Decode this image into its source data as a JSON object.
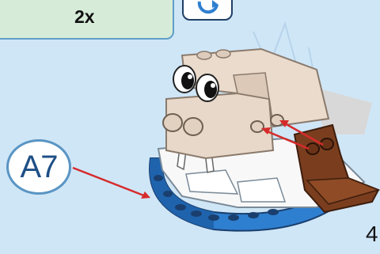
{
  "parts_panel": {
    "quantity": "2x"
  },
  "step_badge": {
    "label": "A7"
  },
  "page": {
    "number": "4"
  },
  "icons": {
    "rotate": "rotate-arrow-icon"
  },
  "colors": {
    "background": "#cfe6f7",
    "panel": "#d6ecd8",
    "panel_border": "#5f9fc7",
    "walrus_tan": "#e8d8c9",
    "base_blue": "#2f7fd0",
    "flipper_brown": "#7a3e1f",
    "arrow_red": "#d62b2b",
    "badge_text": "#1e4f86"
  }
}
